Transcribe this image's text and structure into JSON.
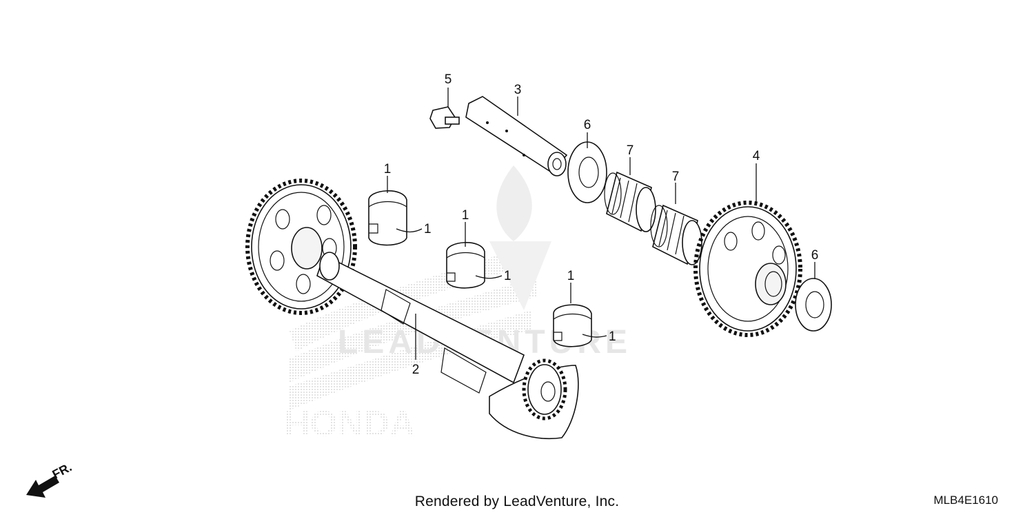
{
  "diagram": {
    "callouts": {
      "balancer_shaft_gear": "4",
      "bolt": "5",
      "pin": "3",
      "washer_top": "6",
      "washer_right": "6",
      "needle_bearing_a": "7",
      "needle_bearing_b": "7",
      "shaft": "2",
      "bearing_a_top": "1",
      "bearing_a_side": "1",
      "bearing_b_top": "1",
      "bearing_b_side": "1",
      "bearing_c_top": "1",
      "bearing_c_side": "1"
    },
    "direction_label": "FR.",
    "diagram_code": "MLB4E1610"
  },
  "watermark": {
    "brand": "LEADVENTURE",
    "honda": "HONDA"
  },
  "footer": {
    "credit": "Rendered by LeadVenture, Inc."
  }
}
